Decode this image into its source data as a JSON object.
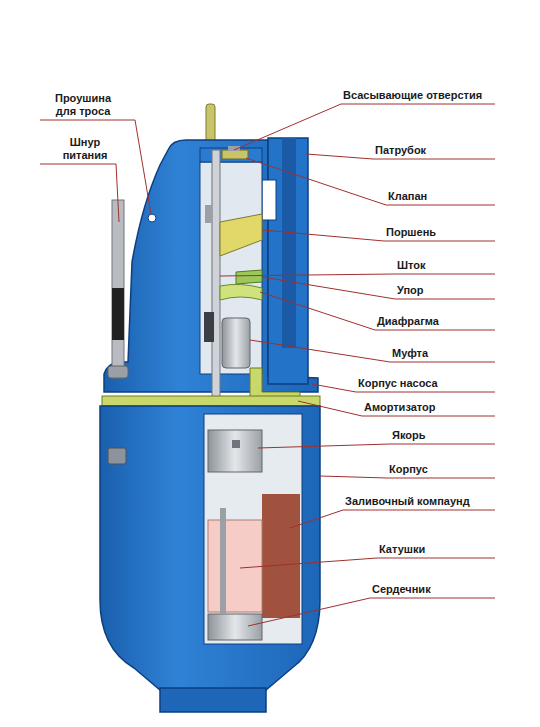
{
  "diagram": {
    "labels": [
      "Проушина для троса",
      "Шнур питания",
      "Всасывающие отверстия",
      "Патрубок",
      "Клапан",
      "Поршень",
      "Шток",
      "Упор",
      "Диафрагма",
      "Муфта",
      "Корпус насоса",
      "Амортизатор",
      "Якорь",
      "Корпус",
      "Заливочный компаунд",
      "Катушки",
      "Сердечник"
    ]
  }
}
